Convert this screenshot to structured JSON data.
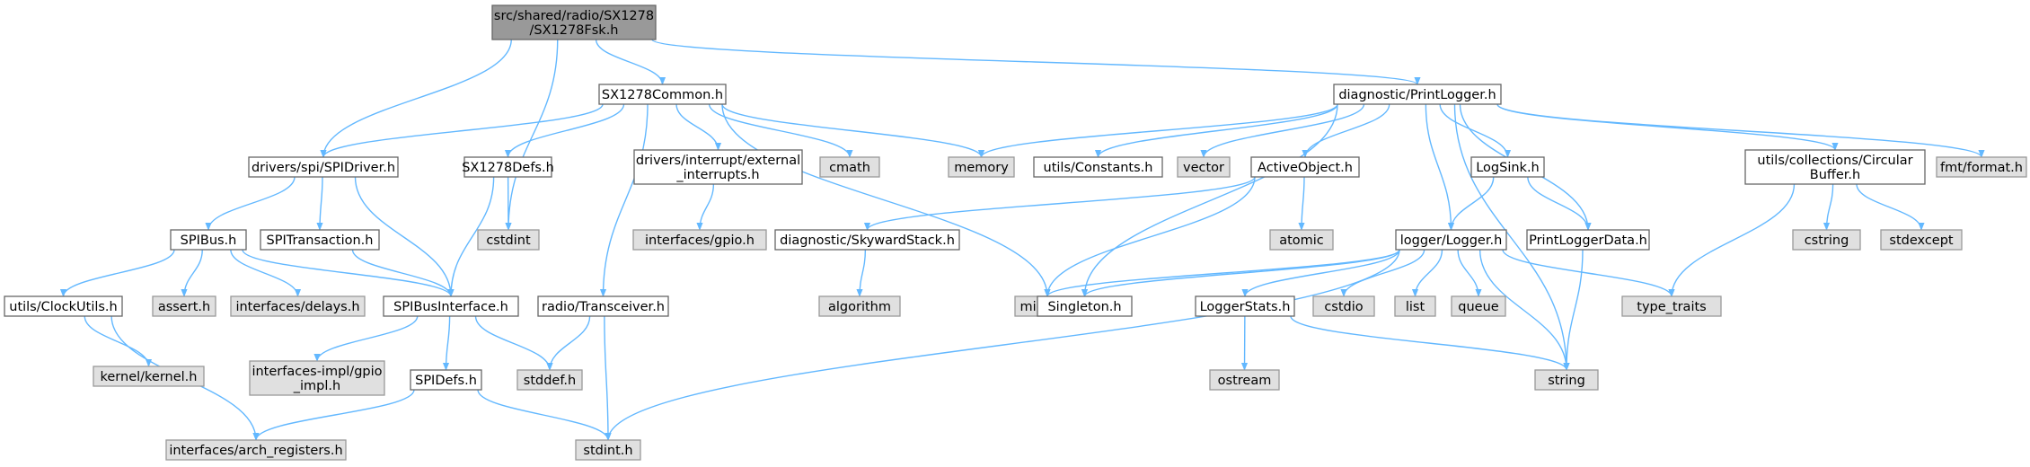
{
  "diagram": {
    "colors": {
      "edge": "#63b8ff",
      "root_fill": "#999999",
      "root_border": "#666666",
      "documented_fill": "#ffffff",
      "documented_border": "#666666",
      "external_fill": "#e0e0e0",
      "external_border": "#999999"
    },
    "nodes": [
      {
        "id": "root",
        "kind": "root",
        "lines": [
          "src/shared/radio/SX1278",
          "/SX1278Fsk.h"
        ]
      },
      {
        "id": "sx1278common",
        "kind": "documented",
        "lines": [
          "SX1278Common.h"
        ]
      },
      {
        "id": "printlogger",
        "kind": "documented",
        "lines": [
          "diagnostic/PrintLogger.h"
        ]
      },
      {
        "id": "spidriver",
        "kind": "documented",
        "lines": [
          "drivers/spi/SPIDriver.h"
        ]
      },
      {
        "id": "sx1278defs",
        "kind": "documented",
        "lines": [
          "SX1278Defs.h"
        ]
      },
      {
        "id": "interrupts",
        "kind": "documented",
        "lines": [
          "drivers/interrupt/external",
          "_interrupts.h"
        ]
      },
      {
        "id": "cmath",
        "kind": "external",
        "lines": [
          "cmath"
        ]
      },
      {
        "id": "memory",
        "kind": "external",
        "lines": [
          "memory"
        ]
      },
      {
        "id": "constants",
        "kind": "documented",
        "lines": [
          "utils/Constants.h"
        ]
      },
      {
        "id": "vector",
        "kind": "external",
        "lines": [
          "vector"
        ]
      },
      {
        "id": "activeobject",
        "kind": "documented",
        "lines": [
          "ActiveObject.h"
        ]
      },
      {
        "id": "logsink",
        "kind": "documented",
        "lines": [
          "LogSink.h"
        ]
      },
      {
        "id": "circularbuffer",
        "kind": "documented",
        "lines": [
          "utils/collections/Circular",
          "Buffer.h"
        ]
      },
      {
        "id": "fmt",
        "kind": "external",
        "lines": [
          "fmt/format.h"
        ]
      },
      {
        "id": "spibus",
        "kind": "documented",
        "lines": [
          "SPIBus.h"
        ]
      },
      {
        "id": "spitransaction",
        "kind": "documented",
        "lines": [
          "SPITransaction.h"
        ]
      },
      {
        "id": "cstdint",
        "kind": "external",
        "lines": [
          "cstdint"
        ]
      },
      {
        "id": "gpio",
        "kind": "external",
        "lines": [
          "interfaces/gpio.h"
        ]
      },
      {
        "id": "skywardstack",
        "kind": "documented",
        "lines": [
          "diagnostic/SkywardStack.h"
        ]
      },
      {
        "id": "atomic",
        "kind": "external",
        "lines": [
          "atomic"
        ]
      },
      {
        "id": "logger",
        "kind": "documented",
        "lines": [
          "logger/Logger.h"
        ]
      },
      {
        "id": "printloggerdata",
        "kind": "documented",
        "lines": [
          "PrintLoggerData.h"
        ]
      },
      {
        "id": "cstring",
        "kind": "external",
        "lines": [
          "cstring"
        ]
      },
      {
        "id": "stdexcept",
        "kind": "external",
        "lines": [
          "stdexcept"
        ]
      },
      {
        "id": "clockutils",
        "kind": "documented",
        "lines": [
          "utils/ClockUtils.h"
        ]
      },
      {
        "id": "assert",
        "kind": "external",
        "lines": [
          "assert.h"
        ]
      },
      {
        "id": "delays",
        "kind": "external",
        "lines": [
          "interfaces/delays.h"
        ]
      },
      {
        "id": "spibusinterface",
        "kind": "documented",
        "lines": [
          "SPIBusInterface.h"
        ]
      },
      {
        "id": "transceiver",
        "kind": "documented",
        "lines": [
          "radio/Transceiver.h"
        ]
      },
      {
        "id": "algorithm",
        "kind": "external",
        "lines": [
          "algorithm"
        ]
      },
      {
        "id": "miosix",
        "kind": "external",
        "lines": [
          "miosix.h"
        ]
      },
      {
        "id": "singleton",
        "kind": "documented",
        "lines": [
          "Singleton.h"
        ]
      },
      {
        "id": "loggerstats",
        "kind": "documented",
        "lines": [
          "LoggerStats.h"
        ]
      },
      {
        "id": "cstdio",
        "kind": "external",
        "lines": [
          "cstdio"
        ]
      },
      {
        "id": "list",
        "kind": "external",
        "lines": [
          "list"
        ]
      },
      {
        "id": "queue",
        "kind": "external",
        "lines": [
          "queue"
        ]
      },
      {
        "id": "typetraits",
        "kind": "external",
        "lines": [
          "type_traits"
        ]
      },
      {
        "id": "kernel",
        "kind": "external",
        "lines": [
          "kernel/kernel.h"
        ]
      },
      {
        "id": "gpioimpl",
        "kind": "external",
        "lines": [
          "interfaces-impl/gpio",
          "_impl.h"
        ]
      },
      {
        "id": "spidefs",
        "kind": "documented",
        "lines": [
          "SPIDefs.h"
        ]
      },
      {
        "id": "stddef",
        "kind": "external",
        "lines": [
          "stddef.h"
        ]
      },
      {
        "id": "ostream",
        "kind": "external",
        "lines": [
          "ostream"
        ]
      },
      {
        "id": "string",
        "kind": "external",
        "lines": [
          "string"
        ]
      },
      {
        "id": "archregisters",
        "kind": "external",
        "lines": [
          "interfaces/arch_registers.h"
        ]
      },
      {
        "id": "stdint",
        "kind": "external",
        "lines": [
          "stdint.h"
        ]
      }
    ],
    "edges": [
      {
        "from": "root",
        "to": "sx1278common"
      },
      {
        "from": "root",
        "to": "printlogger"
      },
      {
        "from": "root",
        "to": "spidriver"
      },
      {
        "from": "root",
        "to": "cstdint"
      },
      {
        "from": "sx1278common",
        "to": "spidriver"
      },
      {
        "from": "sx1278common",
        "to": "sx1278defs"
      },
      {
        "from": "sx1278common",
        "to": "interrupts"
      },
      {
        "from": "sx1278common",
        "to": "cmath"
      },
      {
        "from": "sx1278common",
        "to": "memory"
      },
      {
        "from": "sx1278common",
        "to": "miosix"
      },
      {
        "from": "sx1278common",
        "to": "transceiver"
      },
      {
        "from": "printlogger",
        "to": "memory"
      },
      {
        "from": "printlogger",
        "to": "constants"
      },
      {
        "from": "printlogger",
        "to": "vector"
      },
      {
        "from": "printlogger",
        "to": "activeobject"
      },
      {
        "from": "printlogger",
        "to": "logsink"
      },
      {
        "from": "printlogger",
        "to": "circularbuffer"
      },
      {
        "from": "printlogger",
        "to": "fmt"
      },
      {
        "from": "printlogger",
        "to": "logger"
      },
      {
        "from": "printlogger",
        "to": "printloggerdata"
      },
      {
        "from": "printlogger",
        "to": "singleton"
      },
      {
        "from": "printlogger",
        "to": "string"
      },
      {
        "from": "spidriver",
        "to": "spibus"
      },
      {
        "from": "spidriver",
        "to": "spitransaction"
      },
      {
        "from": "spidriver",
        "to": "spibusinterface"
      },
      {
        "from": "sx1278defs",
        "to": "cstdint"
      },
      {
        "from": "sx1278defs",
        "to": "spibusinterface"
      },
      {
        "from": "interrupts",
        "to": "gpio"
      },
      {
        "from": "activeobject",
        "to": "skywardstack"
      },
      {
        "from": "activeobject",
        "to": "atomic"
      },
      {
        "from": "activeobject",
        "to": "miosix"
      },
      {
        "from": "logsink",
        "to": "logger"
      },
      {
        "from": "logsink",
        "to": "printloggerdata"
      },
      {
        "from": "circularbuffer",
        "to": "cstring"
      },
      {
        "from": "circularbuffer",
        "to": "stdexcept"
      },
      {
        "from": "circularbuffer",
        "to": "typetraits"
      },
      {
        "from": "spibus",
        "to": "clockutils"
      },
      {
        "from": "spibus",
        "to": "assert"
      },
      {
        "from": "spibus",
        "to": "delays"
      },
      {
        "from": "spibus",
        "to": "spibusinterface"
      },
      {
        "from": "spitransaction",
        "to": "spibusinterface"
      },
      {
        "from": "skywardstack",
        "to": "algorithm"
      },
      {
        "from": "logger",
        "to": "miosix"
      },
      {
        "from": "logger",
        "to": "singleton"
      },
      {
        "from": "logger",
        "to": "loggerstats"
      },
      {
        "from": "logger",
        "to": "cstdio"
      },
      {
        "from": "logger",
        "to": "list"
      },
      {
        "from": "logger",
        "to": "queue"
      },
      {
        "from": "logger",
        "to": "typetraits"
      },
      {
        "from": "logger",
        "to": "string"
      },
      {
        "from": "logger",
        "to": "stdint"
      },
      {
        "from": "printloggerdata",
        "to": "string"
      },
      {
        "from": "clockutils",
        "to": "kernel"
      },
      {
        "from": "clockutils",
        "to": "archregisters"
      },
      {
        "from": "spibusinterface",
        "to": "gpioimpl"
      },
      {
        "from": "spibusinterface",
        "to": "spidefs"
      },
      {
        "from": "spibusinterface",
        "to": "stddef"
      },
      {
        "from": "transceiver",
        "to": "stddef"
      },
      {
        "from": "transceiver",
        "to": "stdint"
      },
      {
        "from": "loggerstats",
        "to": "ostream"
      },
      {
        "from": "loggerstats",
        "to": "string"
      },
      {
        "from": "spidefs",
        "to": "archregisters"
      },
      {
        "from": "spidefs",
        "to": "stdint"
      }
    ]
  }
}
